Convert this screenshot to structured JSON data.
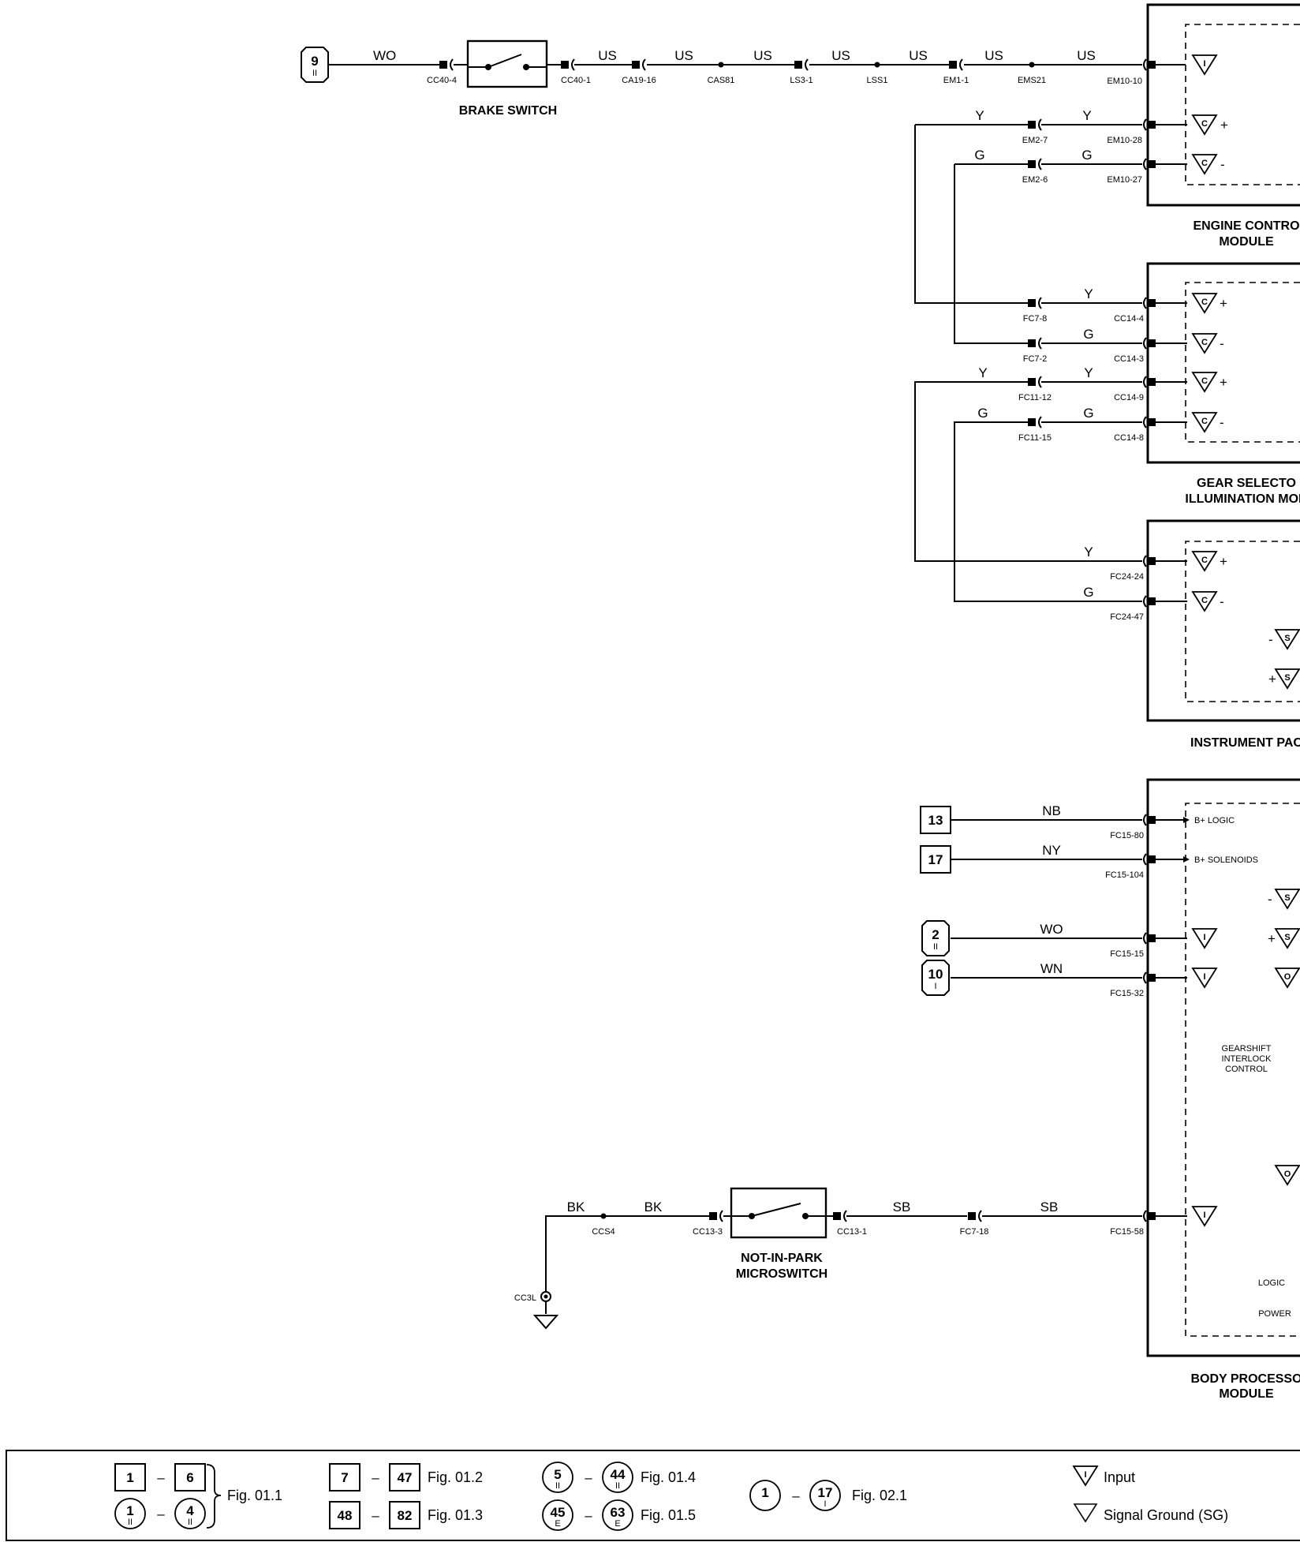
{
  "brake_circuit": {
    "ref": "9",
    "ref_sub": "II",
    "wire_start": "WO",
    "switch_label": "BRAKE SWITCH",
    "connectors": [
      "CC40-4",
      "CC40-1",
      "CA19-16",
      "CAS81",
      "LS3-1",
      "LSS1",
      "EM1-1",
      "EMS21",
      "EM10-10"
    ],
    "wires": [
      "US",
      "US",
      "US",
      "US",
      "US",
      "US",
      "US"
    ]
  },
  "ecm": {
    "title": "ENGINE CONTRO",
    "subtitle": "MODULE",
    "pins": [
      "EM10-10",
      "EM10-28",
      "EM10-27"
    ],
    "inline": [
      "EM2-7",
      "EM2-6"
    ],
    "wire_y": "Y",
    "wire_g": "G",
    "signs": [
      "+",
      "-"
    ]
  },
  "gsim": {
    "title": "GEAR SELECTO",
    "subtitle": "ILLUMINATION MOD",
    "pins": [
      "CC14-4",
      "CC14-3",
      "CC14-9",
      "CC14-8"
    ],
    "inline": [
      "FC7-8",
      "FC7-2",
      "FC11-12",
      "FC11-15"
    ],
    "wires": [
      "Y",
      "G",
      "Y",
      "G",
      "Y",
      "G"
    ],
    "signs": [
      "+",
      "-",
      "+",
      "-"
    ]
  },
  "ipk": {
    "title": "INSTRUMENT PAC",
    "pins": [
      "FC24-24",
      "FC24-47"
    ],
    "wires": [
      "Y",
      "G"
    ],
    "signs": [
      "+",
      "-",
      "-",
      "+"
    ]
  },
  "bpm": {
    "title": "BODY PROCESSO",
    "subtitle": "MODULE",
    "inner_title": [
      "GEARSHIFT",
      "INTERLOCK",
      "CONTROL"
    ],
    "b_logic": "B+ LOGIC",
    "b_solenoids": "B+ SOLENOIDS",
    "logic": "LOGIC",
    "power": "POWER",
    "pins": [
      "FC15-80",
      "FC15-104",
      "FC15-15",
      "FC15-32",
      "FC15-58"
    ],
    "refs": [
      {
        "num": "13",
        "sub": "",
        "wire": "NB"
      },
      {
        "num": "17",
        "sub": "",
        "wire": "NY"
      },
      {
        "num": "2",
        "sub": "II",
        "wire": "WO"
      },
      {
        "num": "10",
        "sub": "I",
        "wire": "WN"
      }
    ],
    "signs": [
      "-",
      "+"
    ]
  },
  "nip": {
    "switch_label_1": "NOT-IN-PARK",
    "switch_label_2": "MICROSWITCH",
    "ground": "CC3L",
    "splice": "CCS4",
    "connectors": [
      "CC13-3",
      "CC13-1",
      "FC7-18",
      "FC15-58"
    ],
    "wires": [
      "BK",
      "BK",
      "SB",
      "SB"
    ]
  },
  "symbols": {
    "input": "I",
    "comm": "C",
    "supply": "S",
    "output": "O"
  },
  "legend": {
    "groups": [
      {
        "from": "1",
        "to": "6",
        "from_sub": "",
        "to_sub": "",
        "shape": "box"
      },
      {
        "from": "1",
        "to": "4",
        "from_sub": "II",
        "to_sub": "II",
        "shape": "circle"
      },
      {
        "from": "7",
        "to": "47",
        "shape": "box",
        "fig": "Fig. 01.2"
      },
      {
        "from": "48",
        "to": "82",
        "shape": "box",
        "fig": "Fig. 01.3"
      },
      {
        "from": "5",
        "to": "44",
        "from_sub": "II",
        "to_sub": "II",
        "shape": "circle",
        "fig": "Fig. 01.4"
      },
      {
        "from": "45",
        "to": "63",
        "from_sub": "E",
        "to_sub": "E",
        "shape": "circle",
        "fig": "Fig. 01.5"
      },
      {
        "from": "1",
        "to": "17",
        "from_sub": "",
        "to_sub": "I",
        "shape": "circle",
        "fig": "Fig. 02.1"
      }
    ],
    "fig_011": "Fig. 01.1",
    "dash": "–",
    "input_text": "Input",
    "ground_text": "Signal Ground (SG)"
  }
}
